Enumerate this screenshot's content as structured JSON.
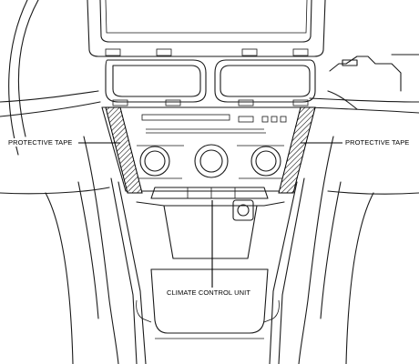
{
  "labels": {
    "protective_tape_left": "PROTECTIVE TAPE",
    "protective_tape_right": "PROTECTIVE TAPE",
    "climate_control_unit": "CLIMATE CONTROL UNIT"
  },
  "colors": {
    "line": "#1a1a1a",
    "background": "#ffffff",
    "hatch": "#000000"
  }
}
